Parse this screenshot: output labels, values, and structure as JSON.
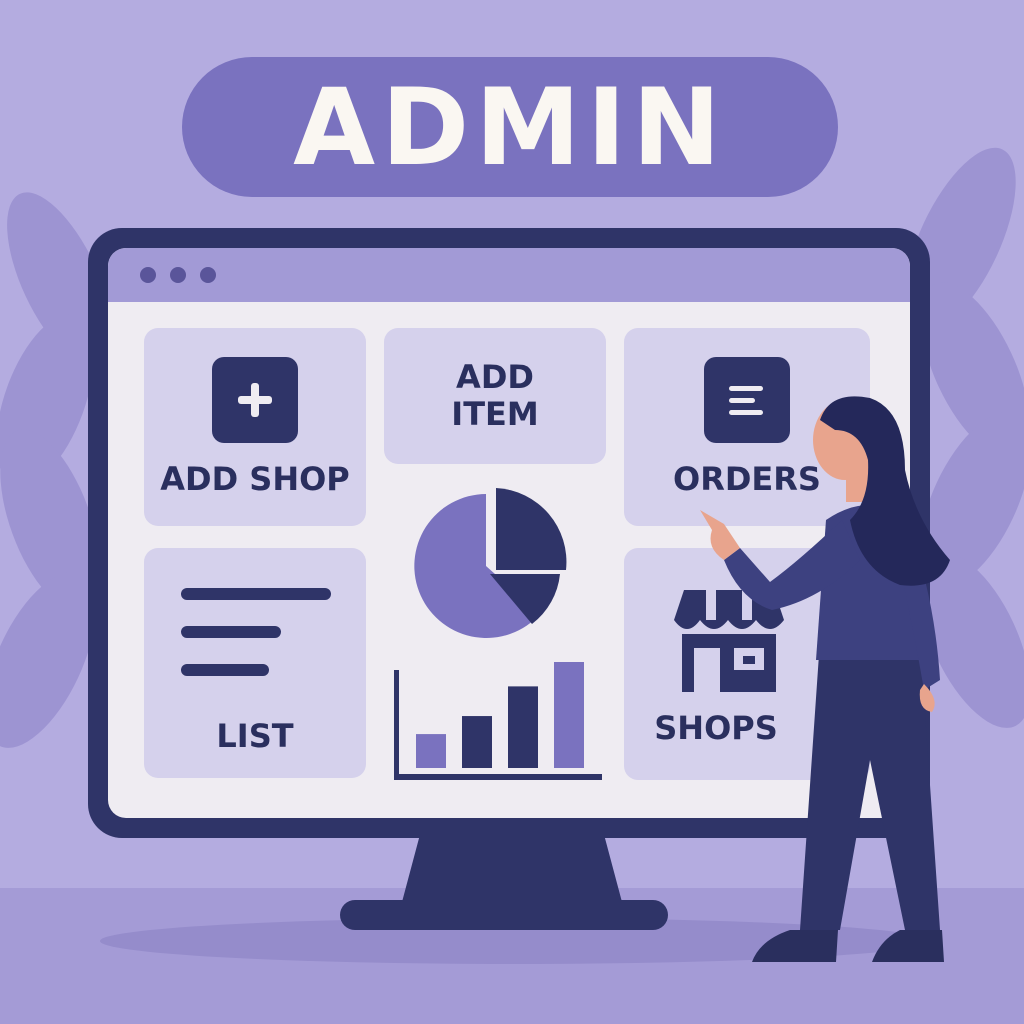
{
  "header": {
    "title": "ADMIN"
  },
  "window": {
    "controls": [
      "dot",
      "dot",
      "dot"
    ]
  },
  "dashboard": {
    "cards": {
      "add_shop": {
        "label": "ADD SHOP",
        "icon": "plus-icon"
      },
      "add_item": {
        "label_line1": "ADD",
        "label_line2": "ITEM"
      },
      "orders": {
        "label": "ORDERS",
        "icon": "document-icon"
      },
      "list": {
        "label": "LIST",
        "icon": "list-lines-icon"
      },
      "shops": {
        "label": "SHOPS",
        "icon": "storefront-icon"
      }
    },
    "pie_chart": {
      "icon": "pie-chart-icon"
    },
    "bar_chart": {
      "icon": "bar-chart-icon",
      "bars": [
        0.32,
        0.49,
        0.77,
        1.0
      ]
    }
  },
  "colors": {
    "background": "#b4ace0",
    "pill": "#7a72bf",
    "navy": "#2f3468",
    "card": "#d5d1ec",
    "screen": "#efecf2",
    "accent": "#7a72bf"
  }
}
